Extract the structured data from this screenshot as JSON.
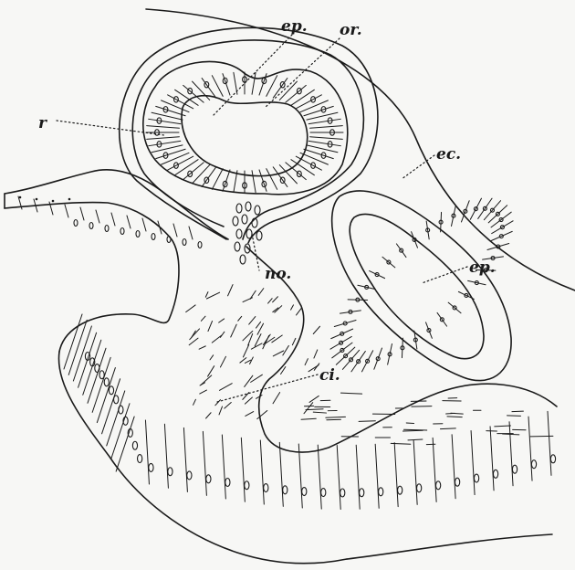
{
  "labels": {
    "ep_top": "ep.",
    "or": "or.",
    "r": "r",
    "ec": "ec.",
    "ep_right": "ep.",
    "no": "no.",
    "ci": "ci."
  },
  "colors": {
    "ink": "#1a1a1a",
    "paper": "#f7f7f5"
  }
}
